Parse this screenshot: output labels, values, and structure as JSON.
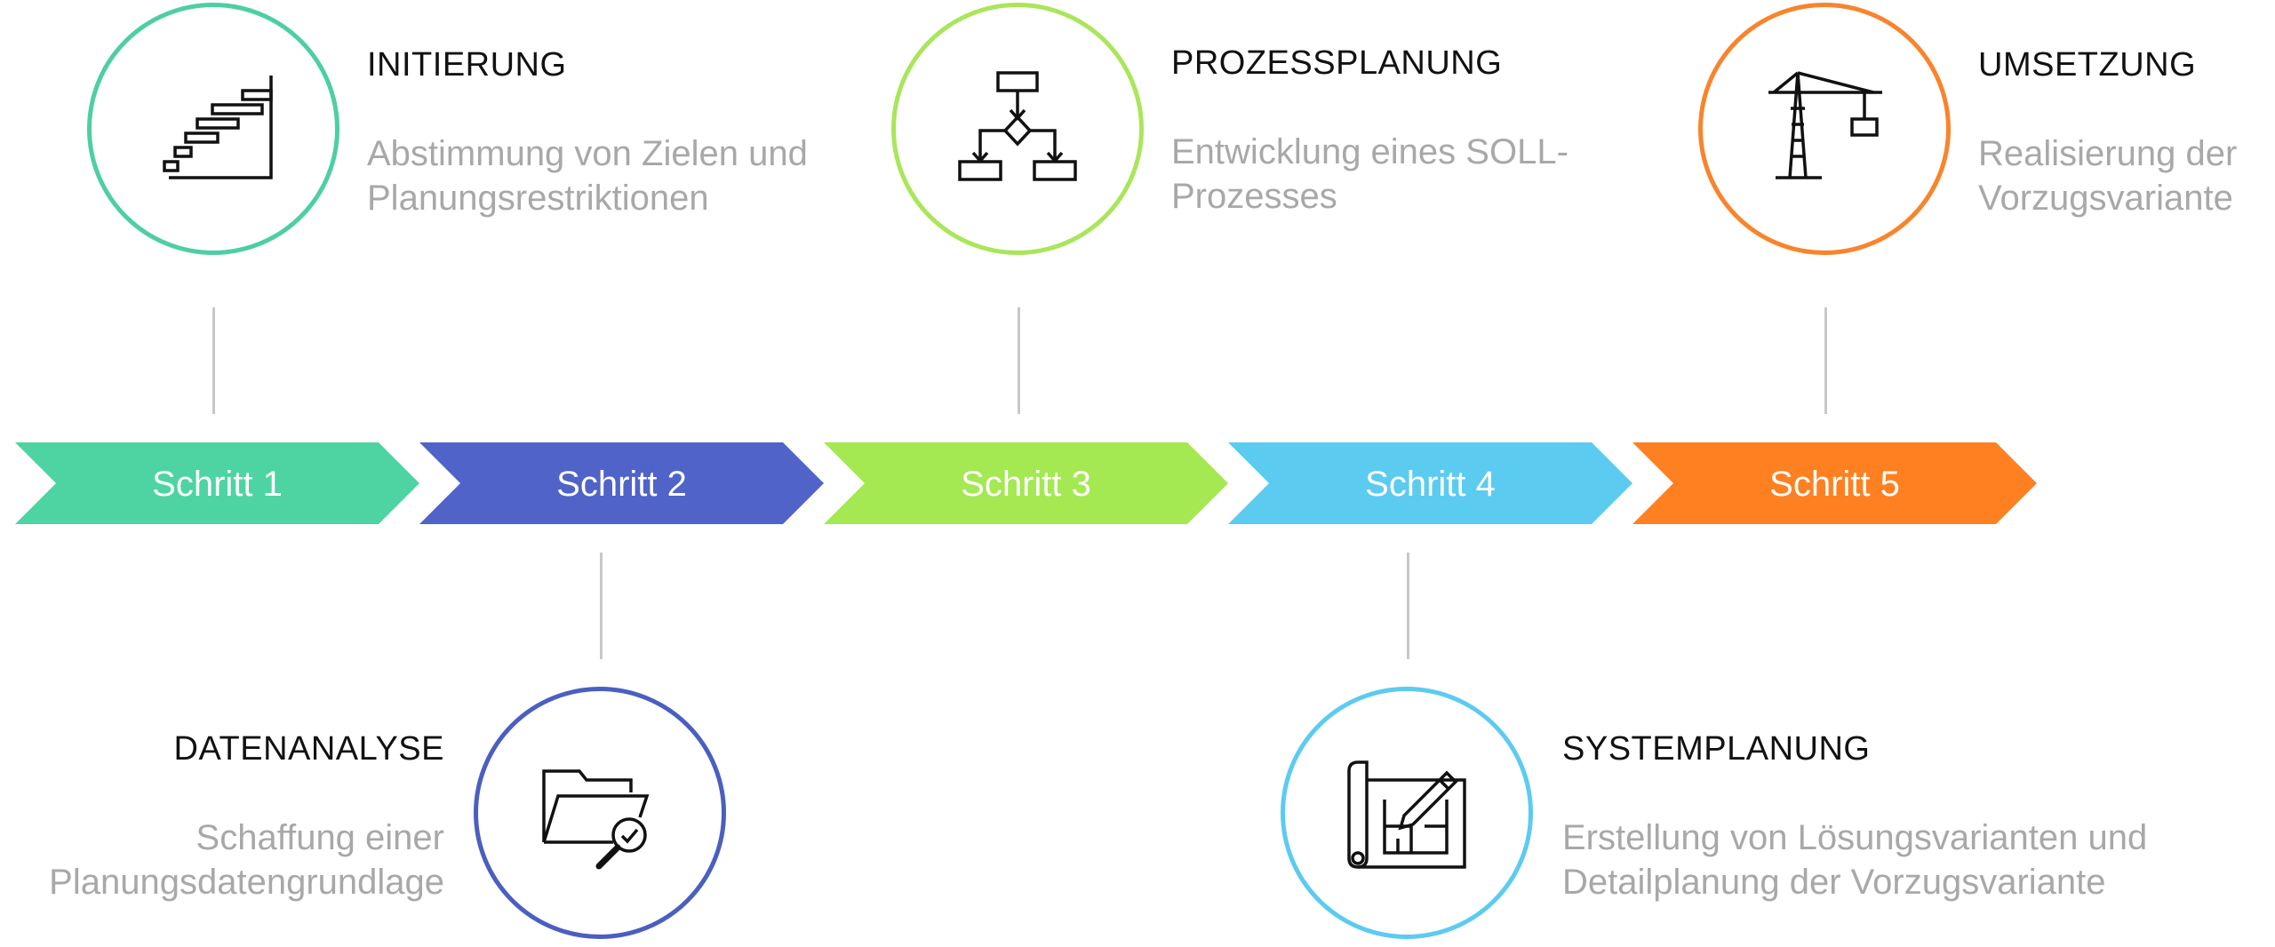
{
  "steps": [
    {
      "label": "Schritt 1",
      "color": "#4dd4a2"
    },
    {
      "label": "Schritt 2",
      "color": "#5063c8"
    },
    {
      "label": "Schritt 3",
      "color": "#a4e852"
    },
    {
      "label": "Schritt 4",
      "color": "#5ccbf0"
    },
    {
      "label": "Schritt 5",
      "color": "#ff8020"
    }
  ],
  "phases": {
    "initierung": {
      "title": "INITIERUNG",
      "desc_line1": "Abstimmung von Zielen und",
      "desc_line2": "Planungsrestriktionen",
      "icon": "gantt-chart-icon",
      "color": "#4dcfa3"
    },
    "datenanalyse": {
      "title": "DATENANALYSE",
      "desc_line1": "Schaffung einer",
      "desc_line2": "Planungsdatengrundlage",
      "icon": "folder-search-icon",
      "color": "#4a5fc0"
    },
    "prozessplanung": {
      "title": "PROZESSPLANUNG",
      "desc_line1": "Entwicklung eines SOLL-",
      "desc_line2": "Prozesses",
      "icon": "flowchart-icon",
      "color": "#a9e65a"
    },
    "systemplanung": {
      "title": "SYSTEMPLANUNG",
      "desc_line1": "Erstellung von Lösungsvarianten und",
      "desc_line2": "Detailplanung der Vorzugsvariante",
      "icon": "blueprint-pencil-icon",
      "color": "#5ccbf0"
    },
    "umsetzung": {
      "title": "UMSETZUNG",
      "desc_line1": "Realisierung der",
      "desc_line2": "Vorzugsvariante",
      "icon": "crane-icon",
      "color": "#f9842c"
    }
  }
}
